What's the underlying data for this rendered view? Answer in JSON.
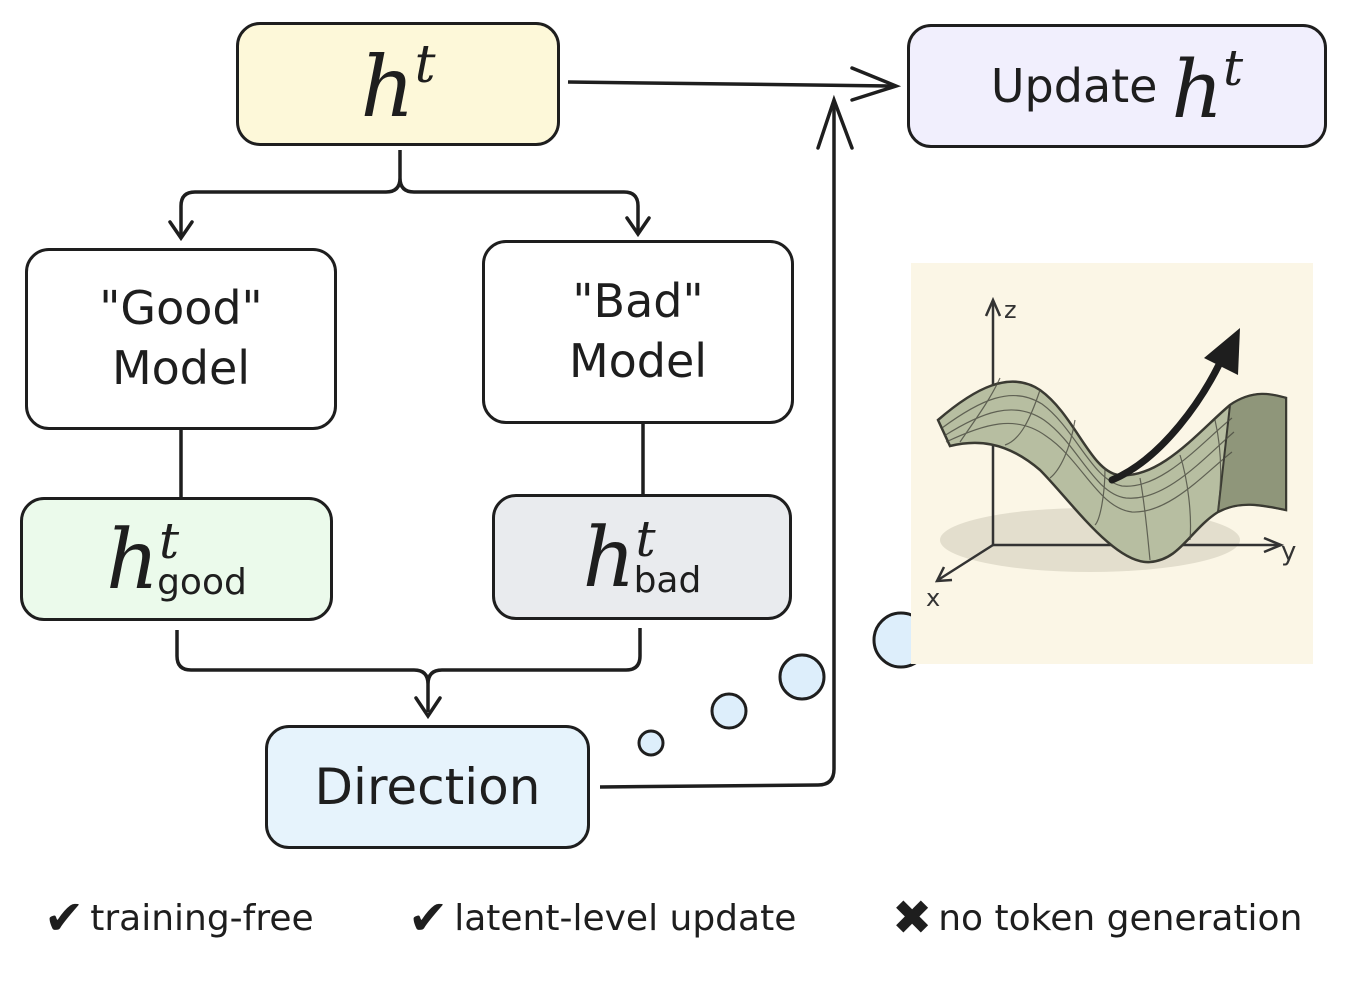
{
  "nodes": {
    "ht": {
      "var": "h",
      "sup": "t"
    },
    "update": {
      "prefix": "Update",
      "var": "h",
      "sup": "t"
    },
    "good_model": {
      "line1": "\"Good\"",
      "line2": "Model"
    },
    "bad_model": {
      "line1": "\"Bad\"",
      "line2": "Model"
    },
    "h_good": {
      "var": "h",
      "sup": "t",
      "sub": "good"
    },
    "h_bad": {
      "var": "h",
      "sup": "t",
      "sub": "bad"
    },
    "direction": {
      "label": "Direction"
    }
  },
  "surface": {
    "axis_z": "z",
    "axis_y": "y",
    "axis_x": "x"
  },
  "footer": [
    {
      "mark": "✔",
      "text": "training-free"
    },
    {
      "mark": "✔",
      "text": "latent-level update"
    },
    {
      "mark": "✖",
      "text": "no token generation"
    }
  ],
  "colors": {
    "ht_fill": "#fdf8d9",
    "update_fill": "#f1effd",
    "good_fill": "#ebfaeb",
    "bad_fill": "#e9ebee",
    "direction_fill": "#e6f3fc",
    "bubble_fill": "#ddeefb",
    "surface_bg": "#fbf6e6",
    "stroke": "#1e1e1e"
  }
}
